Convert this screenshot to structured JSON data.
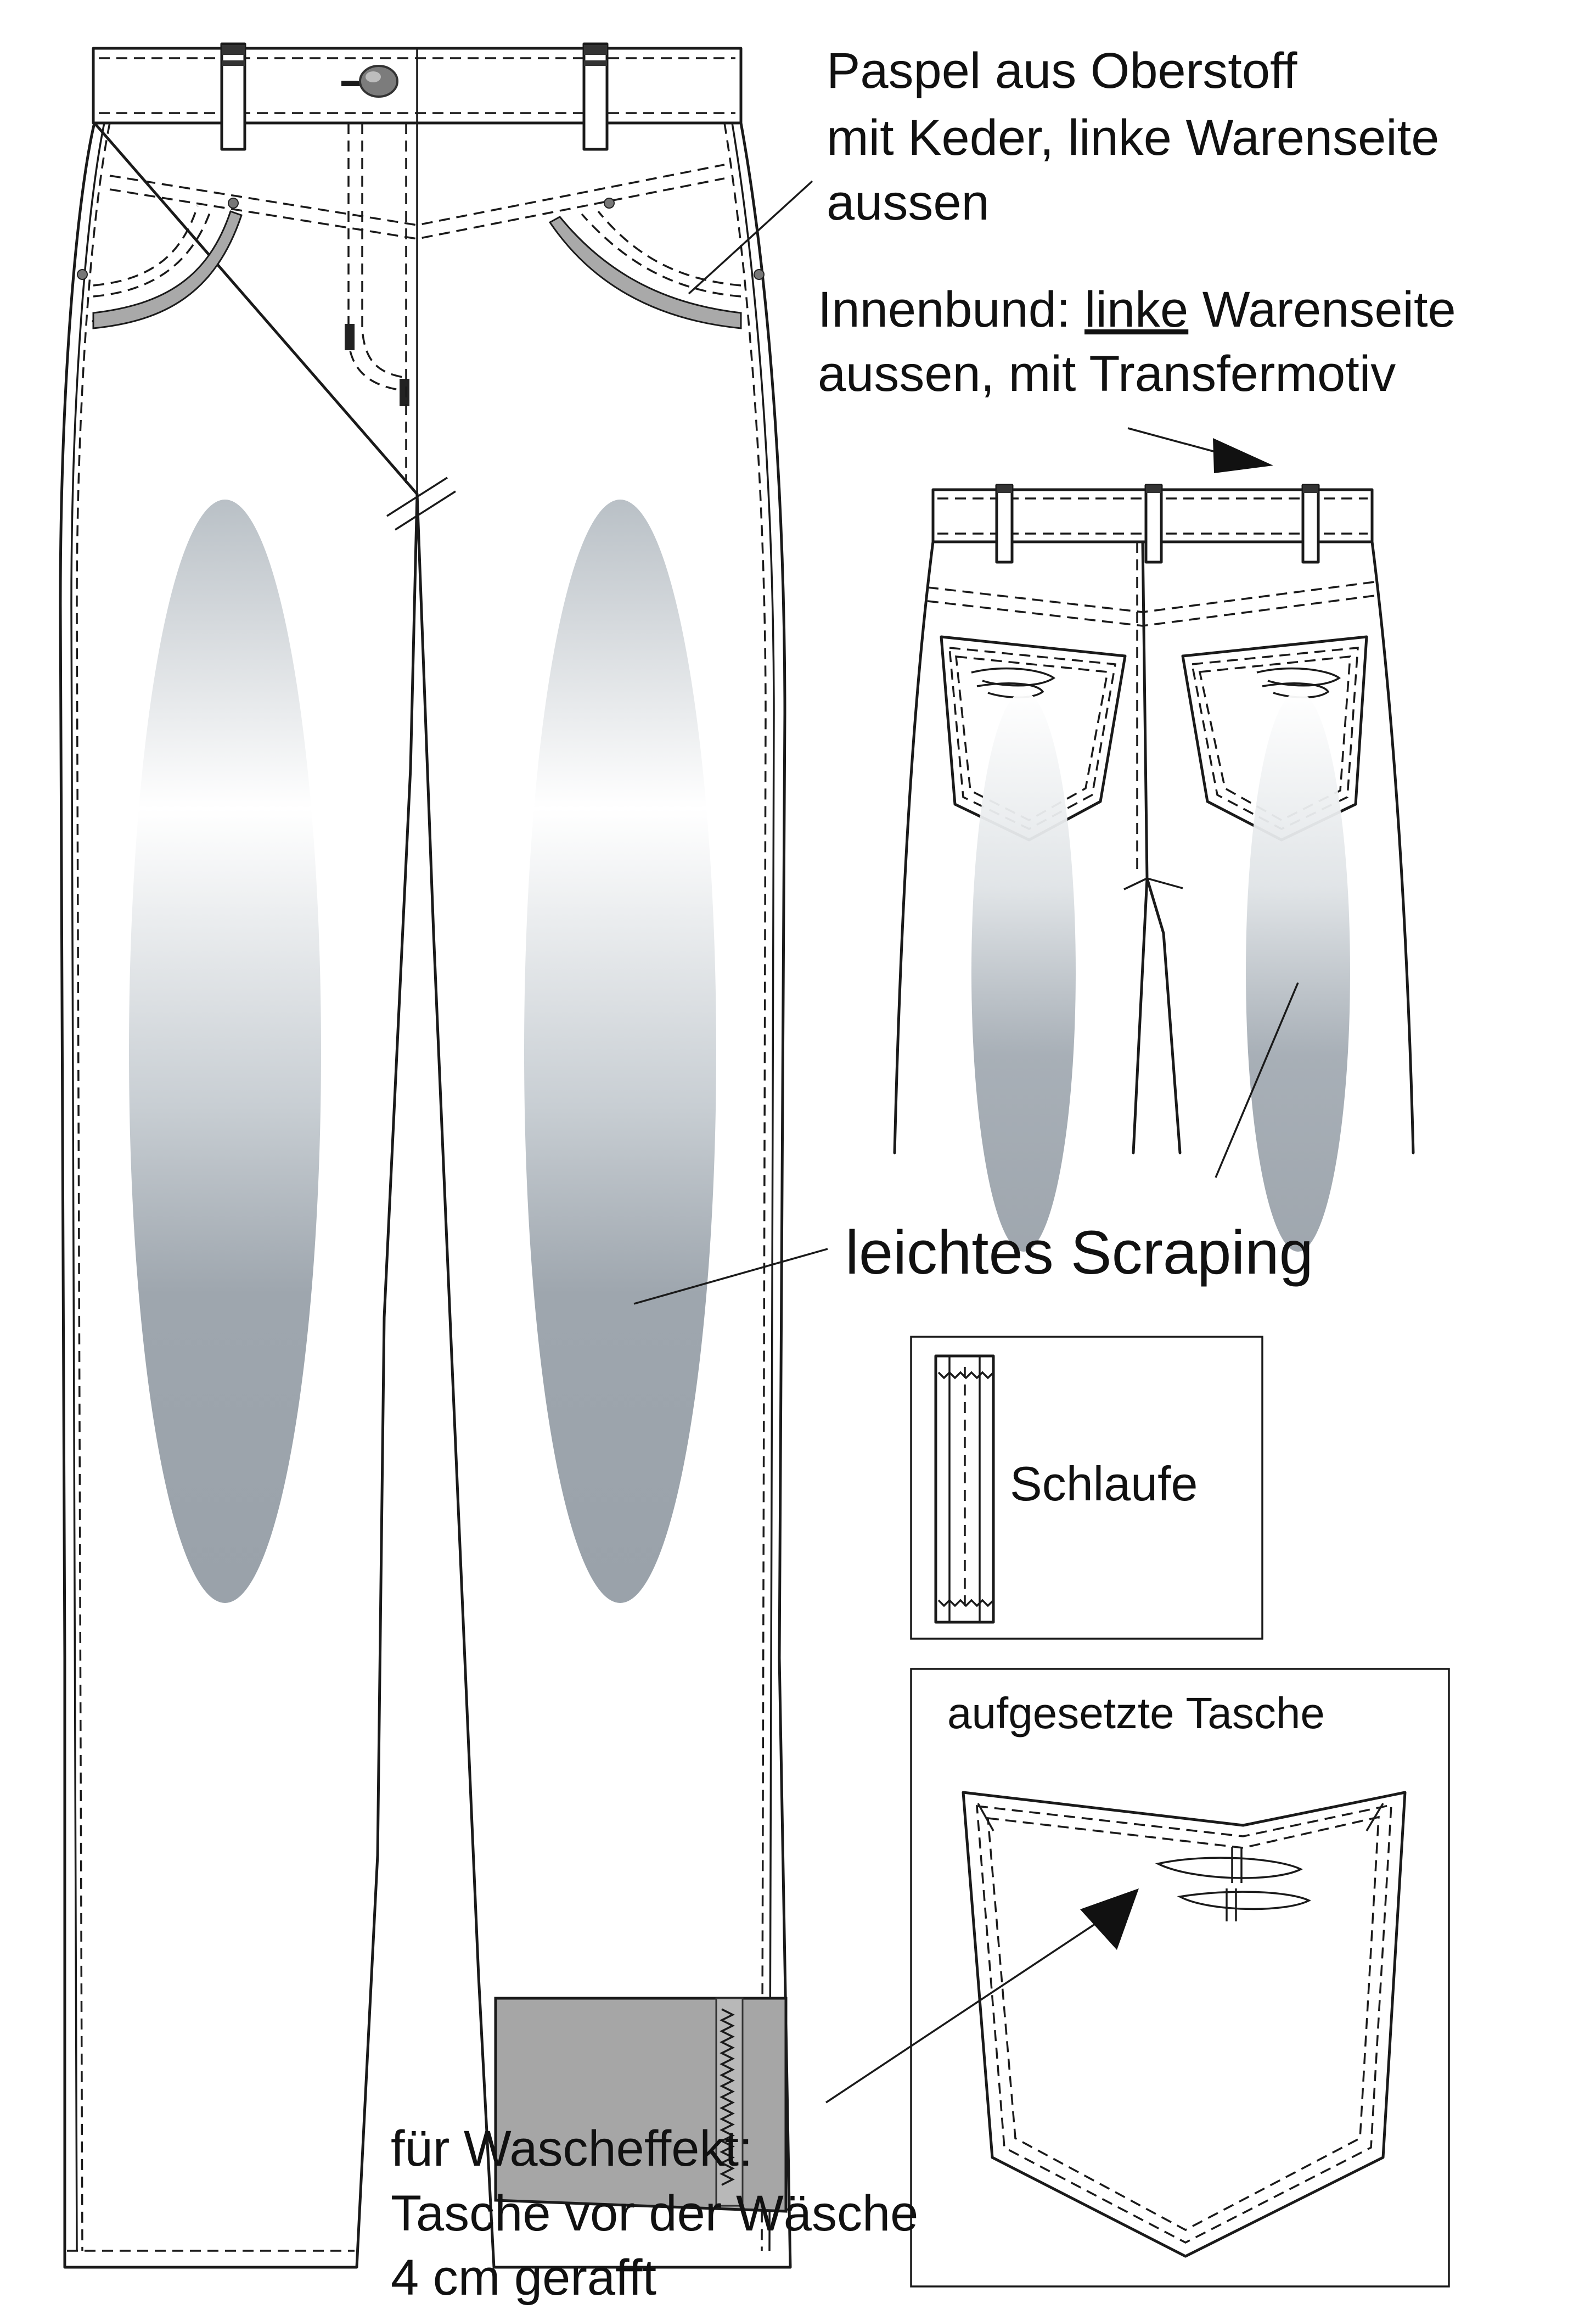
{
  "labels": {
    "paspel": [
      "Paspel aus Oberstoff",
      "mit Keder, linke Warenseite",
      "aussen"
    ],
    "innenbund": {
      "line1_prefix": "Innenbund: ",
      "line1_underlined": "linke",
      "line1_suffix": " Warenseite",
      "line2": "aussen, mit Transfermotiv"
    },
    "scraping": "leichtes Scraping",
    "schlaufe": "Schlaufe",
    "tasche_title": "aufgesetzte Tasche",
    "wascheffekt": [
      "für Wascheffekt:",
      "Tasche vor der Wäsche",
      "4 cm gerafft"
    ]
  },
  "colors": {
    "line": "#1a1a1a",
    "piping": "#a9a9a9",
    "hem_fold": "#a6a6a6",
    "scraping_light": "#ffffff",
    "scraping_dark": "#9ba3ab"
  },
  "icons": {
    "button": "jeans-button-icon",
    "rivet": "rivet-icon",
    "arrow": "pointer-arrow-icon"
  }
}
